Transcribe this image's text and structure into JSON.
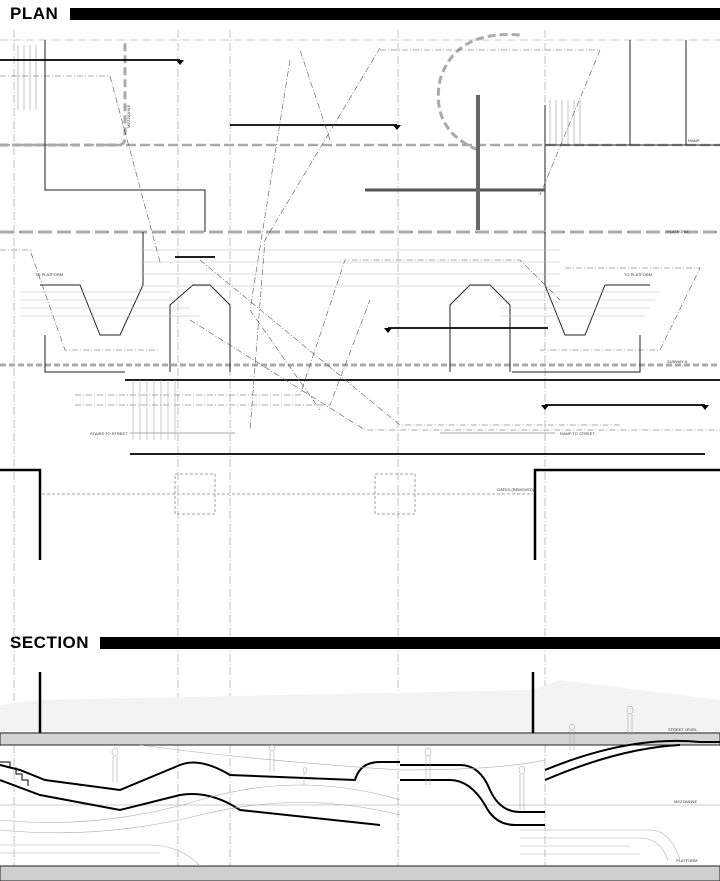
{
  "plan": {
    "title": "PLAN",
    "labels": {
      "mezzanine": "MEZZANINE",
      "ramp": "RAMP",
      "platform": "PLATFORM",
      "to_platform_left": "TO PLATFORM",
      "to_platform_right": "TO PLATFORM",
      "subway": "SUBWAY A",
      "stairs_to_street": "STAIRS TO STREET",
      "ramp_to_street": "RAMP TO STREET",
      "gates": "GATES (REMOVED)"
    }
  },
  "section": {
    "title": "SECTION",
    "labels": {
      "street_level": "STREET LEVEL",
      "mezzanine": "MEZZANINE",
      "platform": "PLATFORM"
    }
  }
}
